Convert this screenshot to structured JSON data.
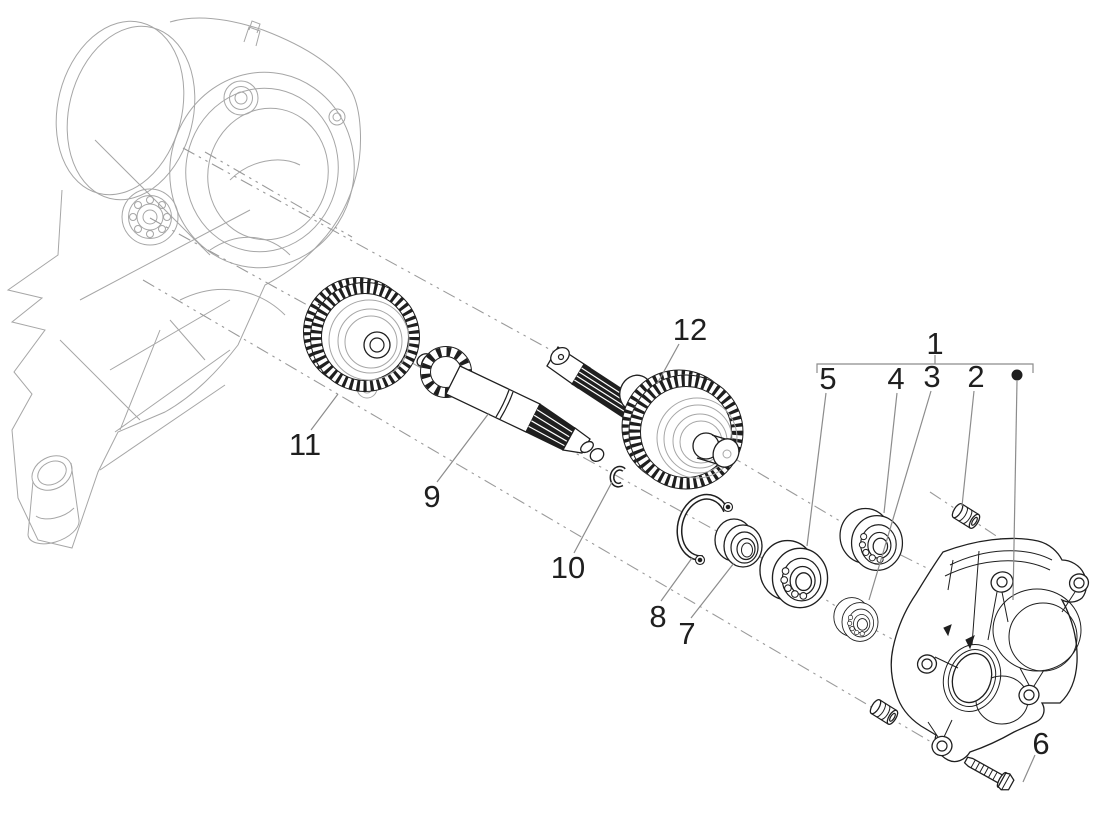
{
  "figure": {
    "type": "exploded-parts-diagram",
    "callouts": {
      "c1": "1",
      "c2": "2",
      "c3": "3",
      "c4": "4",
      "c5": "5",
      "c6": "6",
      "c7": "7",
      "c8": "8",
      "c9": "9",
      "c10": "10",
      "c11": "11",
      "c12": "12"
    },
    "assembly_bracket": {
      "parent": "1",
      "members": [
        "5",
        "4",
        "3",
        "2"
      ]
    },
    "colors": {
      "ink": "#1f1f1f",
      "ghost": "#a6a6a6",
      "leader": "#8c8c8c",
      "axis": "#9a9a9a",
      "background": "#ffffff"
    }
  }
}
